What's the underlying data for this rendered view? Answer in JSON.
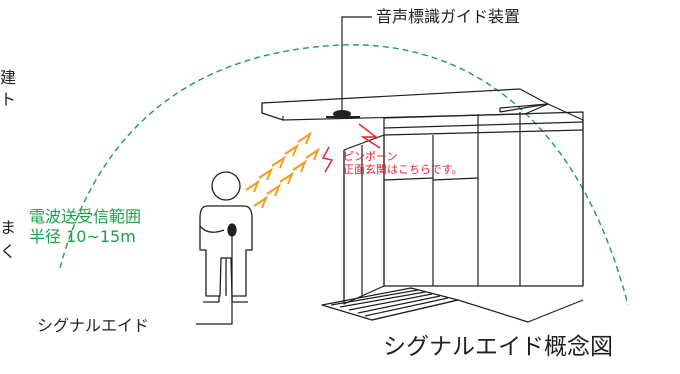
{
  "labels": {
    "device": "音声標識ガイド装置",
    "range_line1": "電波送受信範囲",
    "range_line2": "半径 10~15m",
    "signal_aid": "シグナルエイド",
    "caption": "シグナルエイド概念図",
    "chime_line1": "ピンポーン",
    "chime_line2": "正面玄関はこちらです。"
  },
  "edge_text": {
    "top_fragment": "建",
    "top_fragment_2": "ト",
    "bottom_fragment": "ま",
    "bottom_fragment_2": "く"
  },
  "colors": {
    "range_green": "#1aa24a",
    "wave_orange": "#f39c1f",
    "chime_red": "#e8232f",
    "line_dark": "#231f20"
  },
  "icons": {
    "device": "ceiling-speaker-icon",
    "person": "person-holding-remote-icon",
    "building": "entrance-doors-icon"
  }
}
